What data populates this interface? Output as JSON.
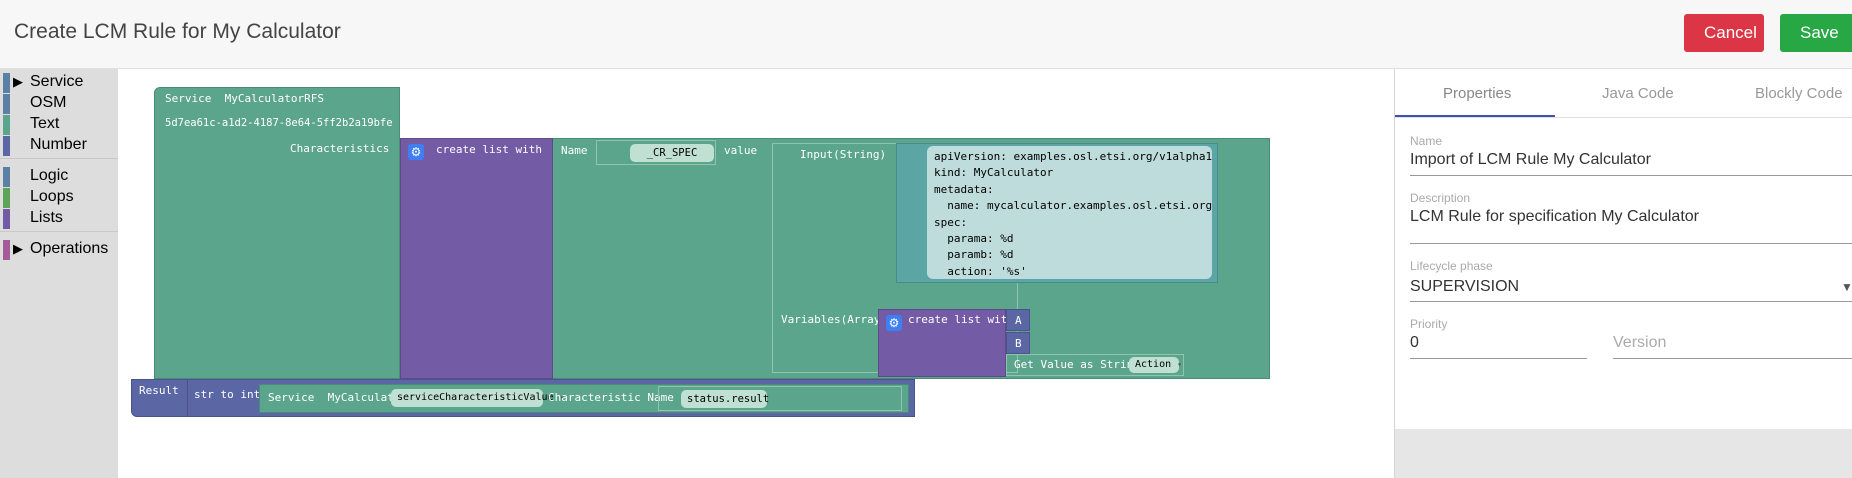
{
  "header": {
    "title": "Create LCM Rule for My Calculator",
    "cancel_label": "Cancel",
    "save_label": "Save"
  },
  "toolbox": {
    "items": [
      {
        "label": "Service",
        "color": "#5b80a5",
        "expandable": true
      },
      {
        "label": "OSM",
        "color": "#5b80a5"
      },
      {
        "label": "Text",
        "color": "#5ba58c"
      },
      {
        "label": "Number",
        "color": "#5b67a5"
      },
      {
        "label": "Logic",
        "color": "#5b80a5"
      },
      {
        "label": "Loops",
        "color": "#5ba55b"
      },
      {
        "label": "Lists",
        "color": "#745ba5"
      },
      {
        "label": "Operations",
        "color": "#a55b99",
        "expandable": true
      }
    ]
  },
  "blocks": {
    "service_block": {
      "label": "Service",
      "name": "MyCalculatorRFS",
      "uuid": "5d7ea61c-a1d2-4187-8e64-5ff2b2a19bfe",
      "characteristics_label": "Characteristics"
    },
    "create_list_1": "create list with",
    "name_label": "Name",
    "name_value": "_CR_SPEC",
    "value_label": "value",
    "input_string_label": "Input(String)",
    "yaml_lines": [
      "apiVersion: examples.osl.etsi.org/v1alpha1",
      "kind: MyCalculator",
      "metadata:",
      "  name: mycalculator.examples.osl.etsi.org",
      "spec:",
      "  parama: %d",
      "  paramb: %d",
      "  action: '%s'"
    ],
    "variables_label": "Variables(Array)",
    "create_list_2": "create list with",
    "var_a": "A",
    "var_b": "B",
    "get_value_label": "Get Value as String",
    "get_value_dropdown": "Action",
    "result_label": "Result",
    "str_to_int_label": "str to int",
    "service2_label": "Service",
    "service2_name": "MyCalculatorRFS",
    "service2_dropdown": "serviceCharacteristicValue",
    "char_name_label": "Characteristic Name",
    "char_name_value": "status.result"
  },
  "properties": {
    "tabs": [
      "Properties",
      "Java Code",
      "Blockly Code"
    ],
    "active_tab": "Properties",
    "name_label": "Name",
    "name_value": "Import of LCM Rule My Calculator",
    "description_label": "Description",
    "description_value": "LCM Rule for specification My Calculator",
    "lifecycle_label": "Lifecycle phase",
    "lifecycle_value": "SUPERVISION",
    "priority_label": "Priority",
    "priority_value": "0",
    "version_placeholder": "Version"
  },
  "colors": {
    "cancel": "#dc3545",
    "save": "#28a745",
    "text_block": "#5ba58c",
    "list_block": "#745ba5",
    "number_block": "#5b67a5",
    "tab_accent": "#3f51b5"
  }
}
